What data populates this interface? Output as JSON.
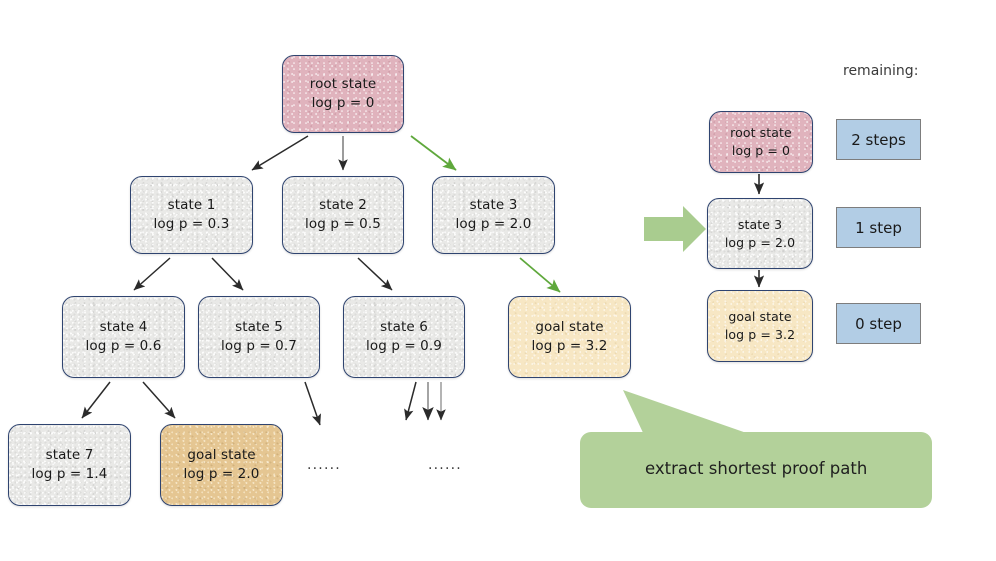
{
  "figure": {
    "title_text": "",
    "background": "#ffffff",
    "colors": {
      "node_border": "#2f4470",
      "root_fill": "#e0b3bd",
      "state_fill": "#e9e9e7",
      "goal_fill_light": "#f7e7c4",
      "goal_fill_dark": "#e5c692",
      "badge_fill": "#b2cde5",
      "badge_border": "#7d7d7d",
      "green_accent": "#5fa83c",
      "green_arrow_fill": "#a9cc8f",
      "banner_fill": "#b3d19a",
      "edge_stroke": "#2b2b2b"
    }
  },
  "search_tree": {
    "nodes": [
      {
        "id": "root",
        "l1": "root state",
        "l2": "log p = 0",
        "fill": "root"
      },
      {
        "id": "state1",
        "l1": "state 1",
        "l2": "log p = 0.3",
        "fill": "state"
      },
      {
        "id": "state2",
        "l1": "state 2",
        "l2": "log p = 0.5",
        "fill": "state"
      },
      {
        "id": "state3",
        "l1": "state 3",
        "l2": "log p = 2.0",
        "fill": "state"
      },
      {
        "id": "state4",
        "l1": "state 4",
        "l2": "log p = 0.6",
        "fill": "state"
      },
      {
        "id": "state5",
        "l1": "state 5",
        "l2": "log p = 0.7",
        "fill": "state"
      },
      {
        "id": "state6",
        "l1": "state 6",
        "l2": "log p = 0.9",
        "fill": "state"
      },
      {
        "id": "goalA",
        "l1": "goal state",
        "l2": "log p = 3.2",
        "fill": "goal-light"
      },
      {
        "id": "state7",
        "l1": "state 7",
        "l2": "log p = 1.4",
        "fill": "state"
      },
      {
        "id": "goalB",
        "l1": "goal state",
        "l2": "log p = 2.0",
        "fill": "goal-dark"
      }
    ],
    "ellipsis_markers": [
      "......",
      "......"
    ]
  },
  "extracted_path": {
    "header_label": "remaining:",
    "nodes": [
      {
        "id": "p-root",
        "l1": "root state",
        "l2": "log p = 0",
        "fill": "root"
      },
      {
        "id": "p-s3",
        "l1": "state 3",
        "l2": "log p = 2.0",
        "fill": "state"
      },
      {
        "id": "p-goal",
        "l1": "goal state",
        "l2": "log p = 3.2",
        "fill": "goal-light"
      }
    ],
    "badges": [
      "2 steps",
      "1 step",
      "0 step"
    ]
  },
  "callout": {
    "label": "extract shortest proof path"
  }
}
